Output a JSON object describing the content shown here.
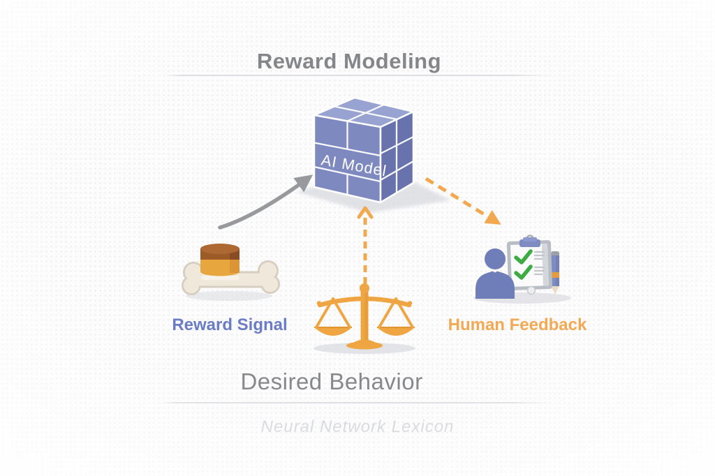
{
  "header": {
    "title": "Reward Modeling"
  },
  "footer": {
    "caption": "Neural Network Lexicon"
  },
  "model_block": {
    "label": "AI Model"
  },
  "labels": {
    "reward_signal": "Reward Signal",
    "desired_behavior": "Desired Behavior",
    "human_feedback": "Human Feedback"
  },
  "icons": [
    "dog-bone-with-treat-icon",
    "balance-scale-icon",
    "person-with-checklist-icon",
    "ai-model-cube"
  ],
  "edges": [
    {
      "from": "Reward Signal",
      "to": "AI Model",
      "style": "solid-curved-arrow",
      "color": "#97999d"
    },
    {
      "from": "Desired Behavior",
      "to": "AI Model",
      "style": "dashed-arrow",
      "color": "#f2a84e"
    },
    {
      "from": "AI Model",
      "to": "Human Feedback",
      "style": "dashed-arrow",
      "color": "#f2a84e"
    }
  ],
  "colors": {
    "cube_top": "#98a3d2",
    "cube_front": "#7e89c0",
    "cube_side": "#6873ae",
    "accent_orange": "#f2a84e",
    "label_blue": "#6b7cc6",
    "label_orange": "#f3a953",
    "title_gray": "#85868a",
    "check_green": "#3bab42",
    "bone_cream": "#efe8db",
    "treat_brown": "#9d5b28"
  }
}
